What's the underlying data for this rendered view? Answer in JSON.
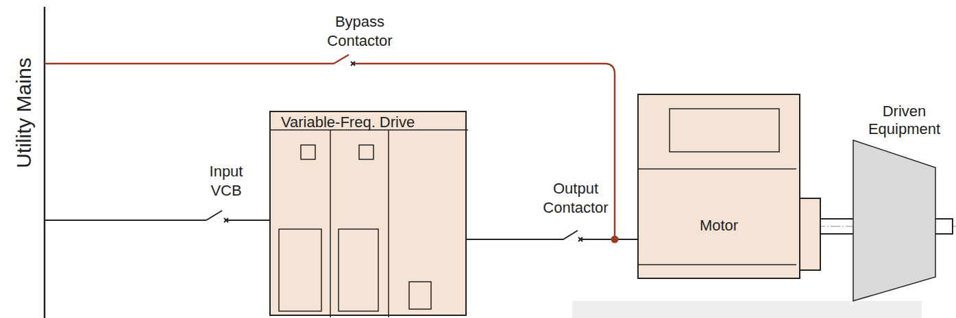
{
  "diagram": {
    "nodes": [
      {
        "text": [
          "Variable-Freq. Drive"
        ]
      },
      {
        "text": [
          "Motor"
        ]
      },
      {
        "text": [
          "Driven Equipment"
        ]
      }
    ],
    "edges": [
      {
        "from": 0,
        "to": 1,
        "arrow": "none"
      },
      {
        "from": 1,
        "to": 2,
        "arrow": "none"
      }
    ],
    "labels": [
      "Utility Mains",
      "Bypass Contactor",
      "Input VCB",
      "Output Contactor"
    ]
  }
}
